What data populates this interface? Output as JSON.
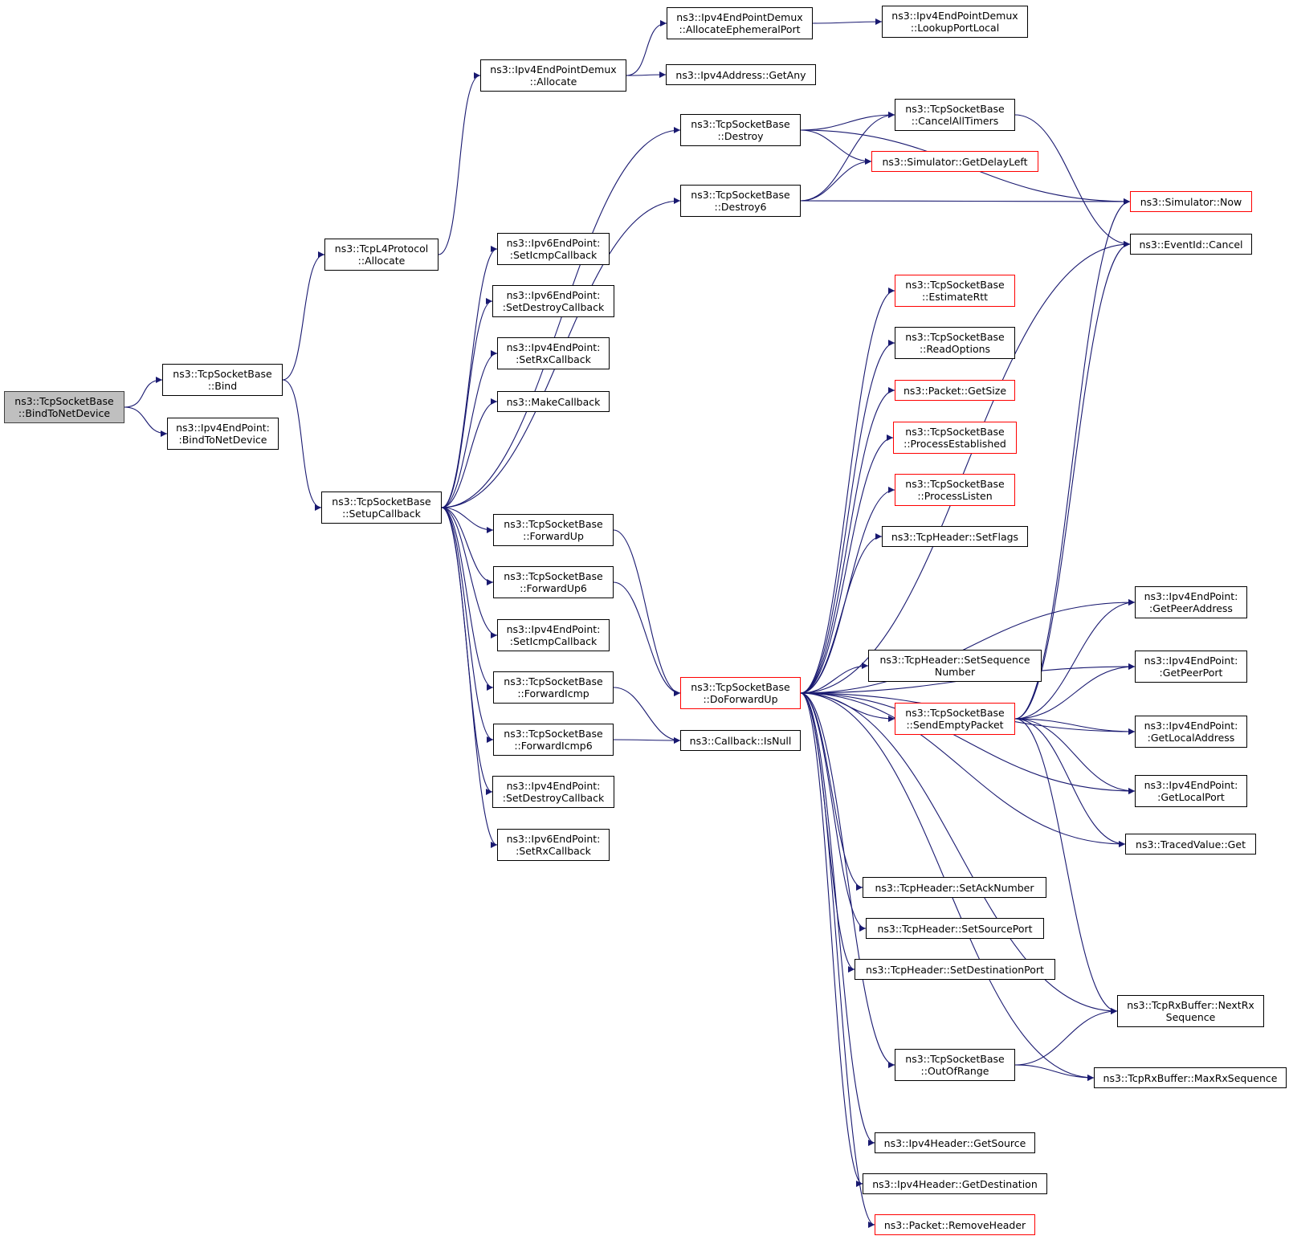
{
  "colors": {
    "edge": "#191970",
    "node_border": "#000000",
    "external_border": "#ff0000",
    "root_fill": "#bfbfbf"
  },
  "nodes": {
    "bindtonetdevice": {
      "lines": [
        "ns3::TcpSocketBase",
        "::BindToNetDevice"
      ],
      "style": "root"
    },
    "bind": {
      "lines": [
        "ns3::TcpSocketBase",
        "::Bind"
      ],
      "style": "normal"
    },
    "ep4_bindtonetdevice": {
      "lines": [
        "ns3::Ipv4EndPoint:",
        ":BindToNetDevice"
      ],
      "style": "normal"
    },
    "tcpl4_allocate": {
      "lines": [
        "ns3::TcpL4Protocol",
        "::Allocate"
      ],
      "style": "normal"
    },
    "setupcallback": {
      "lines": [
        "ns3::TcpSocketBase",
        "::SetupCallback"
      ],
      "style": "normal"
    },
    "demux_allocate": {
      "lines": [
        "ns3::Ipv4EndPointDemux",
        "::Allocate"
      ],
      "style": "normal"
    },
    "demux_alloc_eph": {
      "lines": [
        "ns3::Ipv4EndPointDemux",
        "::AllocateEphemeralPort"
      ],
      "style": "normal"
    },
    "demux_lookup": {
      "lines": [
        "ns3::Ipv4EndPointDemux",
        "::LookupPortLocal"
      ],
      "style": "normal"
    },
    "ipv4addr_getany": {
      "lines": [
        "ns3::Ipv4Address::GetAny"
      ],
      "style": "normal"
    },
    "destroy": {
      "lines": [
        "ns3::TcpSocketBase",
        "::Destroy"
      ],
      "style": "normal"
    },
    "destroy6": {
      "lines": [
        "ns3::TcpSocketBase",
        "::Destroy6"
      ],
      "style": "normal"
    },
    "cancelalltimers": {
      "lines": [
        "ns3::TcpSocketBase",
        "::CancelAllTimers"
      ],
      "style": "normal"
    },
    "getdelayleft": {
      "lines": [
        "ns3::Simulator::GetDelayLeft"
      ],
      "style": "red"
    },
    "sim_now": {
      "lines": [
        "ns3::Simulator::Now"
      ],
      "style": "red"
    },
    "eventid_cancel": {
      "lines": [
        "ns3::EventId::Cancel"
      ],
      "style": "normal"
    },
    "ep6_seticmp": {
      "lines": [
        "ns3::Ipv6EndPoint:",
        ":SetIcmpCallback"
      ],
      "style": "normal"
    },
    "ep6_setdestroy": {
      "lines": [
        "ns3::Ipv6EndPoint:",
        ":SetDestroyCallback"
      ],
      "style": "normal"
    },
    "ep4_setrx": {
      "lines": [
        "ns3::Ipv4EndPoint:",
        ":SetRxCallback"
      ],
      "style": "normal"
    },
    "makecallback": {
      "lines": [
        "ns3::MakeCallback"
      ],
      "style": "normal"
    },
    "forwardup": {
      "lines": [
        "ns3::TcpSocketBase",
        "::ForwardUp"
      ],
      "style": "normal"
    },
    "forwardup6": {
      "lines": [
        "ns3::TcpSocketBase",
        "::ForwardUp6"
      ],
      "style": "normal"
    },
    "ep4_seticmp": {
      "lines": [
        "ns3::Ipv4EndPoint:",
        ":SetIcmpCallback"
      ],
      "style": "normal"
    },
    "forwardicmp": {
      "lines": [
        "ns3::TcpSocketBase",
        "::ForwardIcmp"
      ],
      "style": "normal"
    },
    "forwardicmp6": {
      "lines": [
        "ns3::TcpSocketBase",
        "::ForwardIcmp6"
      ],
      "style": "normal"
    },
    "ep4_setdestroy": {
      "lines": [
        "ns3::Ipv4EndPoint:",
        ":SetDestroyCallback"
      ],
      "style": "normal"
    },
    "ep6_setrx": {
      "lines": [
        "ns3::Ipv6EndPoint:",
        ":SetRxCallback"
      ],
      "style": "normal"
    },
    "doforwardup": {
      "lines": [
        "ns3::TcpSocketBase",
        "::DoForwardUp"
      ],
      "style": "red"
    },
    "callback_isnull": {
      "lines": [
        "ns3::Callback::IsNull"
      ],
      "style": "normal"
    },
    "estimatertt": {
      "lines": [
        "ns3::TcpSocketBase",
        "::EstimateRtt"
      ],
      "style": "red"
    },
    "readoptions": {
      "lines": [
        "ns3::TcpSocketBase",
        "::ReadOptions"
      ],
      "style": "normal"
    },
    "packet_getsize": {
      "lines": [
        "ns3::Packet::GetSize"
      ],
      "style": "red"
    },
    "processestablished": {
      "lines": [
        "ns3::TcpSocketBase",
        "::ProcessEstablished"
      ],
      "style": "red"
    },
    "processlisten": {
      "lines": [
        "ns3::TcpSocketBase",
        "::ProcessListen"
      ],
      "style": "red"
    },
    "setflags": {
      "lines": [
        "ns3::TcpHeader::SetFlags"
      ],
      "style": "normal"
    },
    "setsequencenumber": {
      "lines": [
        "ns3::TcpHeader::SetSequence",
        "Number"
      ],
      "style": "normal"
    },
    "sendemptypacket": {
      "lines": [
        "ns3::TcpSocketBase",
        "::SendEmptyPacket"
      ],
      "style": "red"
    },
    "getpeeraddress": {
      "lines": [
        "ns3::Ipv4EndPoint:",
        ":GetPeerAddress"
      ],
      "style": "normal"
    },
    "getpeerport": {
      "lines": [
        "ns3::Ipv4EndPoint:",
        ":GetPeerPort"
      ],
      "style": "normal"
    },
    "getlocaladdress": {
      "lines": [
        "ns3::Ipv4EndPoint:",
        ":GetLocalAddress"
      ],
      "style": "normal"
    },
    "getlocalport": {
      "lines": [
        "ns3::Ipv4EndPoint:",
        ":GetLocalPort"
      ],
      "style": "normal"
    },
    "tracedvalue_get": {
      "lines": [
        "ns3::TracedValue::Get"
      ],
      "style": "normal"
    },
    "setacknumber": {
      "lines": [
        "ns3::TcpHeader::SetAckNumber"
      ],
      "style": "normal"
    },
    "setsourceport": {
      "lines": [
        "ns3::TcpHeader::SetSourcePort"
      ],
      "style": "normal"
    },
    "setdestinationport": {
      "lines": [
        "ns3::TcpHeader::SetDestinationPort"
      ],
      "style": "normal"
    },
    "nextrxsequence": {
      "lines": [
        "ns3::TcpRxBuffer::NextRx",
        "Sequence"
      ],
      "style": "normal"
    },
    "outofrange": {
      "lines": [
        "ns3::TcpSocketBase",
        "::OutOfRange"
      ],
      "style": "normal"
    },
    "maxrxsequence": {
      "lines": [
        "ns3::TcpRxBuffer::MaxRxSequence"
      ],
      "style": "normal"
    },
    "ipv4h_getsource": {
      "lines": [
        "ns3::Ipv4Header::GetSource"
      ],
      "style": "normal"
    },
    "ipv4h_getdestination": {
      "lines": [
        "ns3::Ipv4Header::GetDestination"
      ],
      "style": "normal"
    },
    "packet_removeheader": {
      "lines": [
        "ns3::Packet::RemoveHeader"
      ],
      "style": "red"
    }
  },
  "edges": [
    [
      "bindtonetdevice",
      "bind"
    ],
    [
      "bindtonetdevice",
      "ep4_bindtonetdevice"
    ],
    [
      "bind",
      "tcpl4_allocate"
    ],
    [
      "bind",
      "setupcallback"
    ],
    [
      "tcpl4_allocate",
      "demux_allocate"
    ],
    [
      "demux_allocate",
      "demux_alloc_eph"
    ],
    [
      "demux_allocate",
      "ipv4addr_getany"
    ],
    [
      "demux_alloc_eph",
      "demux_lookup"
    ],
    [
      "setupcallback",
      "destroy"
    ],
    [
      "setupcallback",
      "destroy6"
    ],
    [
      "setupcallback",
      "ep6_seticmp"
    ],
    [
      "setupcallback",
      "ep6_setdestroy"
    ],
    [
      "setupcallback",
      "ep4_setrx"
    ],
    [
      "setupcallback",
      "makecallback"
    ],
    [
      "setupcallback",
      "forwardup"
    ],
    [
      "setupcallback",
      "forwardup6"
    ],
    [
      "setupcallback",
      "ep4_seticmp"
    ],
    [
      "setupcallback",
      "forwardicmp"
    ],
    [
      "setupcallback",
      "forwardicmp6"
    ],
    [
      "setupcallback",
      "ep4_setdestroy"
    ],
    [
      "setupcallback",
      "ep6_setrx"
    ],
    [
      "destroy",
      "cancelalltimers"
    ],
    [
      "destroy",
      "getdelayleft"
    ],
    [
      "destroy",
      "sim_now"
    ],
    [
      "destroy6",
      "cancelalltimers"
    ],
    [
      "destroy6",
      "getdelayleft"
    ],
    [
      "destroy6",
      "sim_now"
    ],
    [
      "cancelalltimers",
      "eventid_cancel"
    ],
    [
      "forwardup",
      "doforwardup"
    ],
    [
      "forwardup6",
      "doforwardup"
    ],
    [
      "forwardicmp",
      "callback_isnull"
    ],
    [
      "forwardicmp6",
      "callback_isnull"
    ],
    [
      "doforwardup",
      "eventid_cancel"
    ],
    [
      "doforwardup",
      "estimatertt"
    ],
    [
      "doforwardup",
      "readoptions"
    ],
    [
      "doforwardup",
      "packet_getsize"
    ],
    [
      "doforwardup",
      "processestablished"
    ],
    [
      "doforwardup",
      "processlisten"
    ],
    [
      "doforwardup",
      "setflags"
    ],
    [
      "doforwardup",
      "getpeeraddress"
    ],
    [
      "doforwardup",
      "getpeerport"
    ],
    [
      "doforwardup",
      "setsequencenumber"
    ],
    [
      "doforwardup",
      "sendemptypacket"
    ],
    [
      "doforwardup",
      "getlocaladdress"
    ],
    [
      "doforwardup",
      "getlocalport"
    ],
    [
      "doforwardup",
      "tracedvalue_get"
    ],
    [
      "doforwardup",
      "setacknumber"
    ],
    [
      "doforwardup",
      "setsourceport"
    ],
    [
      "doforwardup",
      "setdestinationport"
    ],
    [
      "doforwardup",
      "nextrxsequence"
    ],
    [
      "doforwardup",
      "outofrange"
    ],
    [
      "doforwardup",
      "maxrxsequence"
    ],
    [
      "doforwardup",
      "ipv4h_getsource"
    ],
    [
      "doforwardup",
      "ipv4h_getdestination"
    ],
    [
      "doforwardup",
      "packet_removeheader"
    ],
    [
      "sendemptypacket",
      "sim_now"
    ],
    [
      "sendemptypacket",
      "eventid_cancel"
    ],
    [
      "sendemptypacket",
      "getpeeraddress"
    ],
    [
      "sendemptypacket",
      "getpeerport"
    ],
    [
      "sendemptypacket",
      "getlocaladdress"
    ],
    [
      "sendemptypacket",
      "getlocalport"
    ],
    [
      "sendemptypacket",
      "tracedvalue_get"
    ],
    [
      "sendemptypacket",
      "nextrxsequence"
    ],
    [
      "outofrange",
      "nextrxsequence"
    ],
    [
      "outofrange",
      "maxrxsequence"
    ]
  ]
}
